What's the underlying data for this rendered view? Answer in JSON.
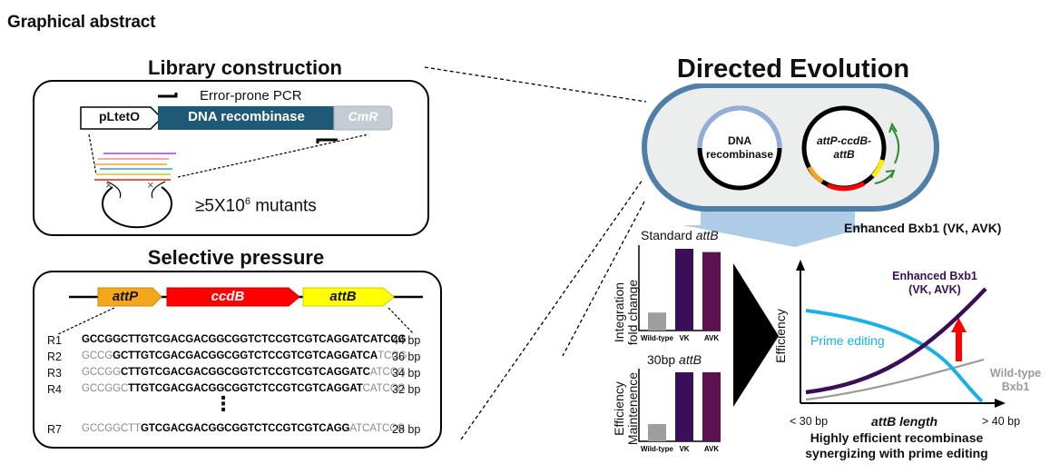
{
  "title": "Graphical abstract",
  "library": {
    "title": "Library construction",
    "pcr_label": "Error-prone PCR",
    "promoter": "pLtetO",
    "gene": "DNA recombinase",
    "marker": "CmR",
    "mutants_prefix": "≥5X10",
    "mutants_exp": "6",
    "mutants_suffix": " mutants"
  },
  "selective": {
    "title": "Selective pressure",
    "attP": "attP",
    "ccdB": "ccdB",
    "attB": "attB",
    "rows": [
      {
        "label": "R1",
        "grey_left": "",
        "bold": "GCCGGCTTGTCGACGACGGCGGTCTCCGTCGTCAGGATCATCCG",
        "grey_right": "",
        "length": "44 bp"
      },
      {
        "label": "R2",
        "grey_left": "GCCG",
        "bold": "GCTTGTCGACGACGGCGGTCTCCGTCGTCAGGATCA",
        "grey_right": "TCCG",
        "length": "36 bp"
      },
      {
        "label": "R3",
        "grey_left": "GCCGG",
        "bold": "CTTGTCGACGACGGCGGTCTCCGTCGTCAGGATC",
        "grey_right": "ATCCG",
        "length": "34 bp"
      },
      {
        "label": "R4",
        "grey_left": "GCCGGC",
        "bold": "TTGTCGACGACGGCGGTCTCCGTCGTCAGGAT",
        "grey_right": "CATCCG",
        "length": "32 bp"
      },
      {
        "label": "R7",
        "grey_left": "GCCGGCTT",
        "bold": "GTCGACGACGGCGGTCTCCGTCGTCAGG",
        "grey_right": "ATCATCCG",
        "length": "28 bp"
      }
    ],
    "ellipsis": "⋮"
  },
  "directed": {
    "title": "Directed Evolution",
    "plasmid1": [
      "DNA",
      "recombinase"
    ],
    "plasmid2": [
      "attP-ccdB-",
      "attB"
    ],
    "enhanced": "Enhanced Bxb1 (VK, AVK)"
  },
  "bars": {
    "top": {
      "title_prefix": "Standard ",
      "title_italic": "attB",
      "ylabel": [
        "Integration",
        "fold change"
      ],
      "categories": [
        "Wild-type",
        "VK",
        "AVK"
      ],
      "values": [
        0.22,
        1.0,
        0.96
      ],
      "colors": [
        "#9e9e9e",
        "#3b0f57",
        "#5c1150"
      ]
    },
    "bottom": {
      "title_prefix": "30bp ",
      "title_italic": "attB",
      "ylabel": [
        "Efficiency",
        "Maintenence"
      ],
      "categories": [
        "Wild-type",
        "VK",
        "AVK"
      ],
      "values": [
        0.25,
        1.0,
        1.0
      ],
      "colors": [
        "#9e9e9e",
        "#3b0f57",
        "#5c1150"
      ]
    }
  },
  "curves": {
    "ylabel": "Efficiency",
    "xlabel": "attB length",
    "x_left": "< 30 bp",
    "x_right": "> 40 bp",
    "enhanced_label": [
      "Enhanced Bxb1",
      "(VK, AVK)"
    ],
    "prime_label": "Prime editing",
    "wt_label": [
      "Wild-type",
      "Bxb1"
    ],
    "caption": [
      "Highly efficient recombinase",
      "synergizing with prime editing"
    ]
  }
}
